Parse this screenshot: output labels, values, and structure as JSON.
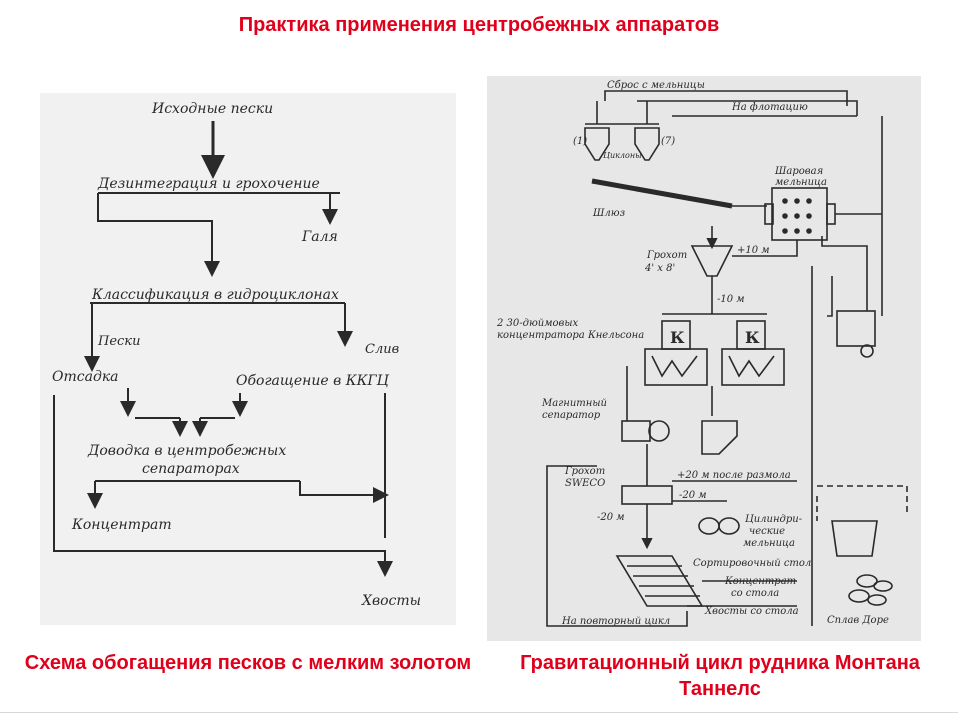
{
  "title": "Практика применения центробежных аппаратов",
  "colors": {
    "title": "#e0001b",
    "diagram_ink": "#2a2a2a",
    "left_bg": "#f1f1f1",
    "right_bg": "#e7e7e7"
  },
  "left_diagram": {
    "caption": "Схема обогащения песков с мелким золотом",
    "nodes": {
      "input": "Исходные пески",
      "disintegration": "Дезинтеграция и грохочение",
      "pebbles": "Галя",
      "classification": "Классификация в гидроциклонах",
      "sands": "Пески",
      "overflow": "Слив",
      "jigging": "Отсадка",
      "kkgc": "Обогащение в ККГЦ",
      "finishing_1": "Доводка в центробежных",
      "finishing_2": "сепараторах",
      "concentrate": "Концентрат",
      "tailings": "Хвосты"
    }
  },
  "right_diagram": {
    "caption": "Гравитационный цикл рудника Монтана Таннелс",
    "labels": {
      "mill_discharge": "Сброс с мельницы",
      "to_flotation": "На флотацию",
      "cyclone_1": "(1)",
      "cyclone_7": "(7)",
      "cyclones": "Циклоны",
      "ball_mill_1": "Шаровая",
      "ball_mill_2": "мельница",
      "chute": "Шлюз",
      "screen_1": "Грохот",
      "screen_2": "4' x 8'",
      "plus10": "+10 м",
      "minus10": "-10 м",
      "knelson_1": "2 30-дюймовых",
      "knelson_2": "концентратора Кнельсона",
      "knelson_mark": "К",
      "magsep_1": "Магнитный",
      "magsep_2": "сепаратор",
      "sweco_1": "Грохот",
      "sweco_2": "SWECO",
      "plus20_grind": "+20 м после размола",
      "minus20_a": "-20 м",
      "minus20_b": "-20 м",
      "cyl_mill_1": "Цилиндри-",
      "cyl_mill_2": "ческие",
      "cyl_mill_3": "мельница",
      "sort_table": "Сортировочный стол",
      "table_conc_1": "Концентрат",
      "table_conc_2": "со стола",
      "table_tails": "Хвосты со стола",
      "repeat_cycle": "На повторный цикл",
      "dore": "Сплав Доре"
    }
  }
}
